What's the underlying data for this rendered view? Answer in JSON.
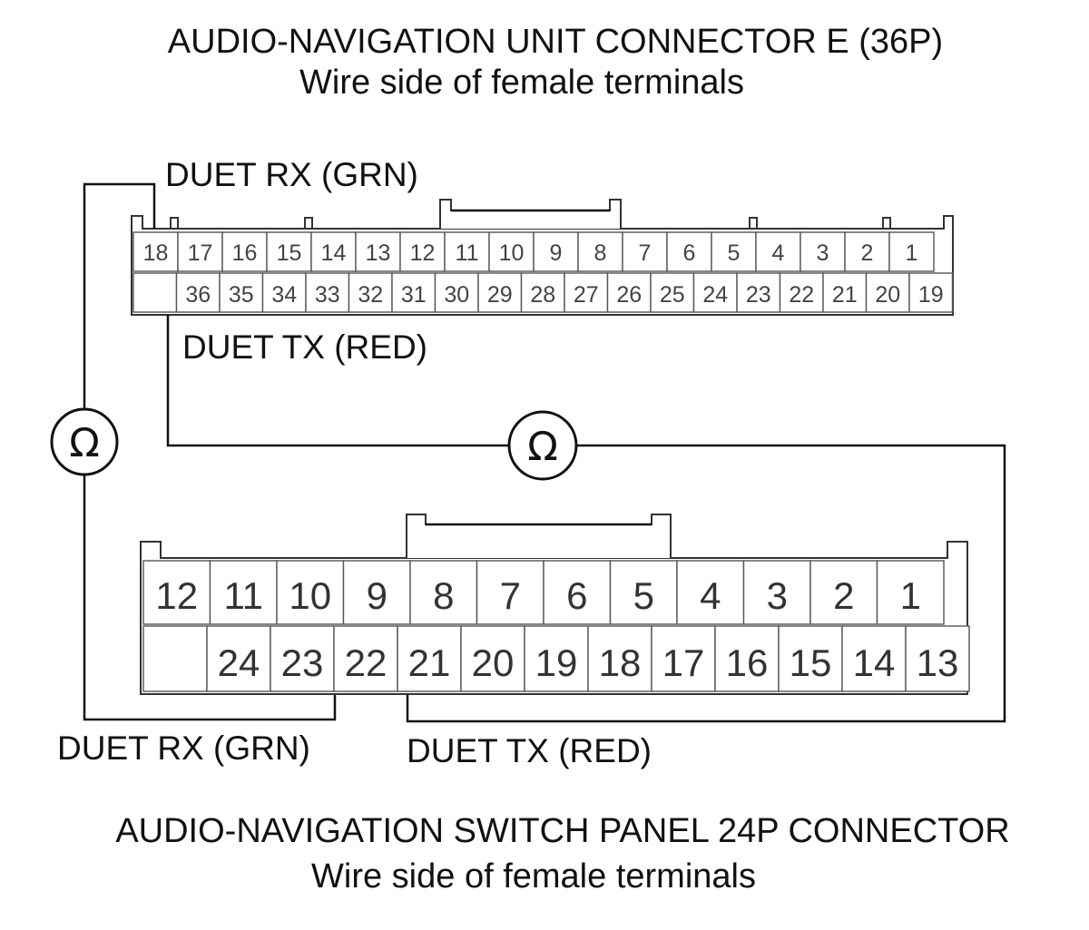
{
  "unit_connector": {
    "title": "AUDIO-NAVIGATION UNIT CONNECTOR E (36P)",
    "subtitle": "Wire side of female terminals",
    "rx_label": "DUET RX (GRN)",
    "tx_label": "DUET TX (RED)",
    "top_row": [
      "18",
      "17",
      "16",
      "15",
      "14",
      "13",
      "12",
      "11",
      "10",
      "9",
      "8",
      "7",
      "6",
      "5",
      "4",
      "3",
      "2",
      "1"
    ],
    "bottom_row": [
      "",
      "36",
      "35",
      "34",
      "33",
      "32",
      "31",
      "30",
      "29",
      "28",
      "27",
      "26",
      "25",
      "24",
      "23",
      "22",
      "21",
      "20",
      "19"
    ]
  },
  "panel_connector": {
    "title": "AUDIO-NAVIGATION SWITCH PANEL 24P CONNECTOR",
    "subtitle": "Wire side of female terminals",
    "rx_label": "DUET RX (GRN)",
    "tx_label": "DUET TX (RED)",
    "top_row": [
      "12",
      "11",
      "10",
      "9",
      "8",
      "7",
      "6",
      "5",
      "4",
      "3",
      "2",
      "1"
    ],
    "bottom_row": [
      "",
      "24",
      "23",
      "22",
      "21",
      "20",
      "19",
      "18",
      "17",
      "16",
      "15",
      "14",
      "13"
    ]
  },
  "meters": {
    "left_symbol": "Ω",
    "right_symbol": "Ω"
  }
}
